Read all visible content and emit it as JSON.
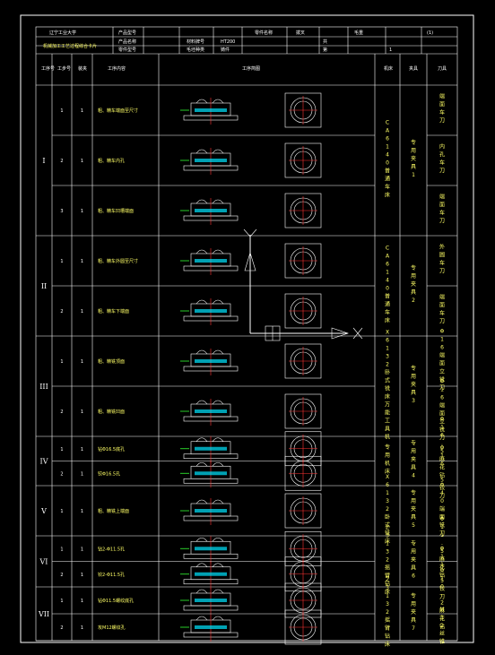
{
  "header": {
    "school": "辽宁工业大学",
    "doc_title": "机械加工工艺过程综合卡片",
    "product_model_label": "产品型号",
    "product_name_label": "产品名称",
    "part_model_label": "零件型号",
    "part_name_label": "零件名称",
    "part_name_value": "拨叉",
    "material_label": "材料牌号",
    "material_value": "HT200",
    "blank_label": "毛坯种类",
    "blank_value": "铸件",
    "total_label": "共",
    "page_label": "第",
    "weight_label": "毛重",
    "unit_value": "(1)",
    "page_value": "1"
  },
  "columns": {
    "process_no": "工序号",
    "step_no": "工步号",
    "install": "装夹",
    "content": "工序内容",
    "sketch": "工序简图",
    "machine": "机床",
    "fixture": "夹具",
    "tool": "刀具"
  },
  "icons": {
    "ucs": "ucs-axis-icon"
  },
  "stages": [
    {
      "roman": "I",
      "machine": "CA6140普通车床",
      "fixture": "专用夹具1",
      "steps": [
        {
          "no": "1",
          "inst": "1",
          "content": "粗、精车端面至尺寸"
        },
        {
          "no": "2",
          "inst": "1",
          "content": "粗、精车内孔"
        },
        {
          "no": "3",
          "inst": "1",
          "content": "粗、精车凹槽端面"
        }
      ]
    },
    {
      "roman": "II",
      "machine": "CA6140普通车床",
      "fixture": "专用夹具2",
      "steps": [
        {
          "no": "1",
          "inst": "1",
          "content": "粗、精车外圆至尺寸"
        },
        {
          "no": "2",
          "inst": "1",
          "content": "粗、精车下端面"
        }
      ]
    },
    {
      "roman": "III",
      "machine": "X6132卧式铣床万能工具机",
      "fixture": "专用夹具3",
      "steps": [
        {
          "no": "1",
          "inst": "1",
          "content": "粗、精铣顶面"
        },
        {
          "no": "2",
          "inst": "1",
          "content": "粗、精铣凹面"
        }
      ]
    },
    {
      "roman": "IV",
      "machine": "专用机床",
      "fixture": "专用夹具4",
      "steps": [
        {
          "no": "1",
          "inst": "1",
          "content": "钻Φ16.5底孔"
        },
        {
          "no": "2",
          "inst": "1",
          "content": "铰Φ16.5孔"
        }
      ]
    },
    {
      "roman": "V",
      "machine": "X6132卧式铣床",
      "fixture": "专用夹具5",
      "steps": [
        {
          "no": "1",
          "inst": "1",
          "content": "粗、精铣上端面"
        }
      ]
    },
    {
      "roman": "VI",
      "machine": "Z3132摇臂钻床",
      "fixture": "专用夹具6",
      "steps": [
        {
          "no": "1",
          "inst": "1",
          "content": "钻2-Φ11.5孔"
        },
        {
          "no": "2",
          "inst": "1",
          "content": "铰2-Φ11.5孔"
        }
      ]
    },
    {
      "roman": "VII",
      "machine": "Z3132摇臂钻床",
      "fixture": "专用夹具7",
      "steps": [
        {
          "no": "1",
          "inst": "1",
          "content": "钻Φ11.5螺纹底孔"
        },
        {
          "no": "2",
          "inst": "1",
          "content": "攻M12螺纹孔"
        }
      ]
    }
  ],
  "tools": [
    "端面车刀",
    "内孔车刀",
    "端面车刀",
    "外圆车刀",
    "端面车刀",
    "Φ16端面立铣刀",
    "Φ16端面立铣刀",
    "Φ16.5麻花钻",
    "Φ16.5铰刀",
    "Φ40端面铣刀",
    "Φ11.5麻花钻",
    "Φ11.5铰刀",
    "Φ10.2麻花钻",
    "M12丝锥"
  ]
}
